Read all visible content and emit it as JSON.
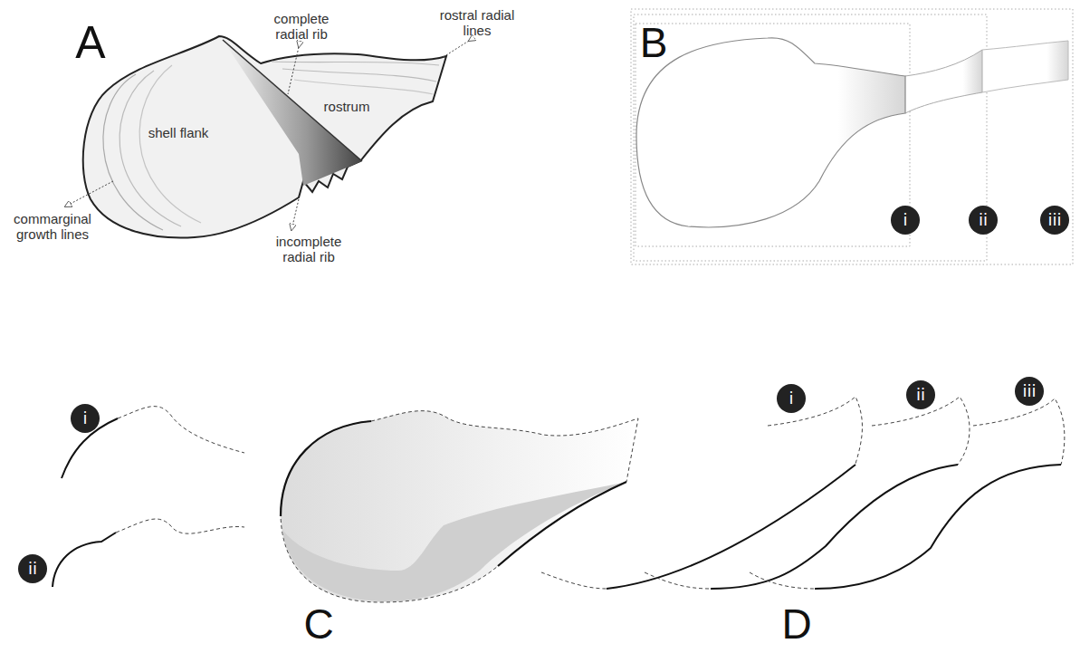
{
  "diagram": {
    "nodes": [
      {
        "text": [
          "i"
        ]
      },
      {
        "text": [
          "ii"
        ]
      },
      {
        "text": [
          "iii"
        ]
      },
      {
        "text": [
          "i"
        ]
      },
      {
        "text": [
          "ii"
        ]
      },
      {
        "text": [
          "i"
        ]
      },
      {
        "text": [
          "ii"
        ]
      },
      {
        "text": [
          "iii"
        ]
      }
    ],
    "labels": [
      "A",
      "complete radial rib",
      "rostral radial lines",
      "shell flank",
      "rostrum",
      "commarginal growth lines",
      "incomplete radial rib",
      "B",
      "C",
      "D"
    ]
  }
}
